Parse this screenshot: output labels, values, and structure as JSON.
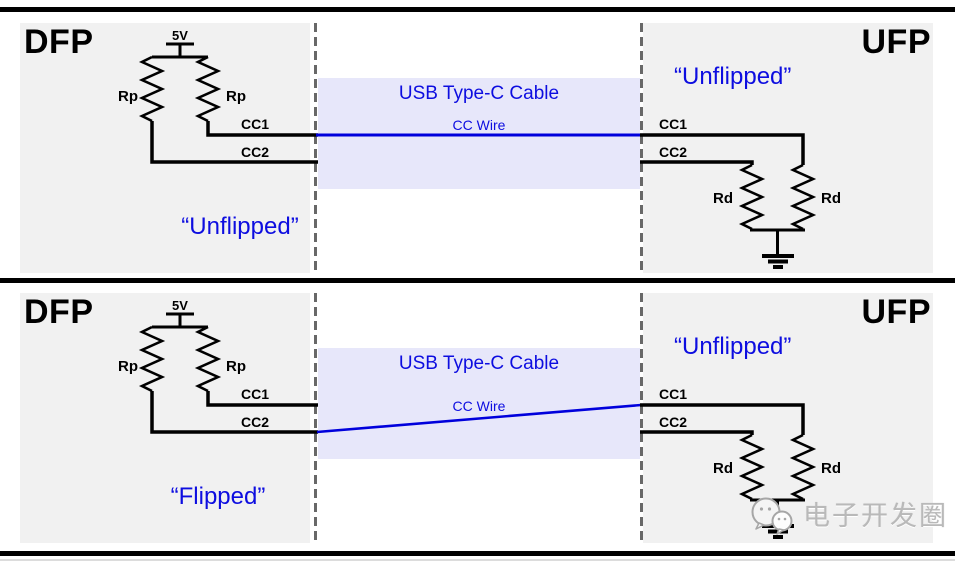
{
  "panels": [
    {
      "name": "unflipped-cable",
      "dfp": {
        "title": "DFP",
        "supply": "5V",
        "rp_left": "Rp",
        "rp_right": "Rp",
        "cc1": "CC1",
        "cc2": "CC2",
        "orientation": "“Unflipped”"
      },
      "cable": {
        "title": "USB Type-C Cable",
        "wire_label": "CC Wire",
        "wire_connects": [
          "DFP CC1",
          "UFP CC1"
        ]
      },
      "ufp": {
        "title": "UFP",
        "cc1": "CC1",
        "cc2": "CC2",
        "rd_left": "Rd",
        "rd_right": "Rd",
        "orientation": "“Unflipped”"
      }
    },
    {
      "name": "flipped-cable",
      "dfp": {
        "title": "DFP",
        "supply": "5V",
        "rp_left": "Rp",
        "rp_right": "Rp",
        "cc1": "CC1",
        "cc2": "CC2",
        "orientation": "“Flipped”"
      },
      "cable": {
        "title": "USB Type-C Cable",
        "wire_label": "CC Wire",
        "wire_connects": [
          "DFP CC2",
          "UFP CC1"
        ]
      },
      "ufp": {
        "title": "UFP",
        "cc1": "CC1",
        "cc2": "CC2",
        "rd_left": "Rd",
        "rd_right": "Rd",
        "orientation": "“Unflipped”"
      }
    }
  ],
  "watermark": {
    "label": "电子开发圈",
    "icon": "wechat-logo-icon"
  },
  "colors": {
    "accent_blue": "#0D0DE0",
    "wire_blue": "#0000DC",
    "cable_fill": "#E7E7FA",
    "panel_fill": "#F1F1F1",
    "dash_gray": "#686868",
    "watermark_gray": "#B9B9B9",
    "border_black": "#000000"
  }
}
